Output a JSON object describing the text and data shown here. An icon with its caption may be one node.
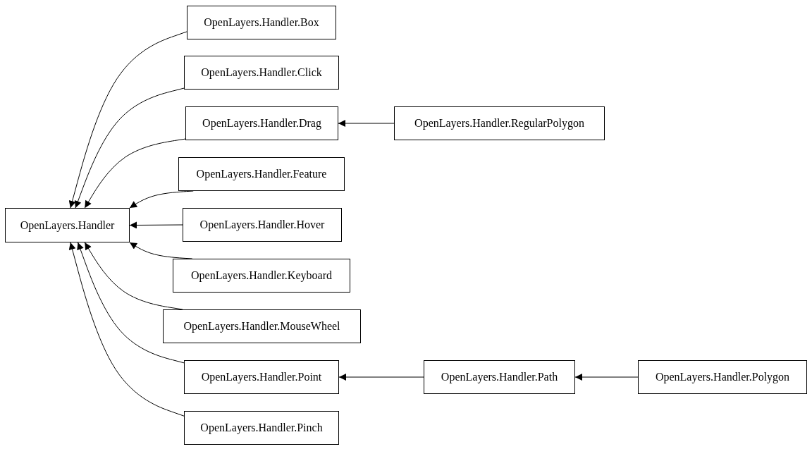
{
  "diagram": {
    "nodes": [
      {
        "text": [
          "OpenLayers.Handler"
        ]
      },
      {
        "text": [
          "OpenLayers.Handler.Box"
        ]
      },
      {
        "text": [
          "OpenLayers.Handler.Click"
        ]
      },
      {
        "text": [
          "OpenLayers.Handler.Drag"
        ]
      },
      {
        "text": [
          "OpenLayers.Handler.RegularPolygon"
        ]
      },
      {
        "text": [
          "OpenLayers.Handler.Feature"
        ]
      },
      {
        "text": [
          "OpenLayers.Handler.Hover"
        ]
      },
      {
        "text": [
          "OpenLayers.Handler.Keyboard"
        ]
      },
      {
        "text": [
          "OpenLayers.Handler.MouseWheel"
        ]
      },
      {
        "text": [
          "OpenLayers.Handler.Point"
        ]
      },
      {
        "text": [
          "OpenLayers.Handler.Path"
        ]
      },
      {
        "text": [
          "OpenLayers.Handler.Polygon"
        ]
      },
      {
        "text": [
          "OpenLayers.Handler.Pinch"
        ]
      }
    ],
    "edges": [
      {
        "from": 1,
        "to": 0,
        "arrow": "to"
      },
      {
        "from": 2,
        "to": 0,
        "arrow": "to"
      },
      {
        "from": 3,
        "to": 0,
        "arrow": "to"
      },
      {
        "from": 4,
        "to": 3,
        "arrow": "to"
      },
      {
        "from": 5,
        "to": 0,
        "arrow": "to"
      },
      {
        "from": 6,
        "to": 0,
        "arrow": "to"
      },
      {
        "from": 7,
        "to": 0,
        "arrow": "to"
      },
      {
        "from": 8,
        "to": 0,
        "arrow": "to"
      },
      {
        "from": 9,
        "to": 0,
        "arrow": "to"
      },
      {
        "from": 10,
        "to": 9,
        "arrow": "to"
      },
      {
        "from": 11,
        "to": 10,
        "arrow": "to"
      },
      {
        "from": 12,
        "to": 0,
        "arrow": "to"
      }
    ]
  }
}
